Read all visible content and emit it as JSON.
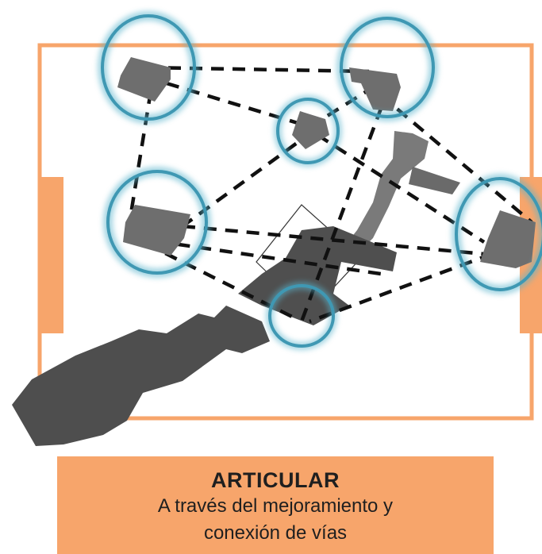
{
  "caption": {
    "title": "ARTICULAR",
    "line1": "A través del  mejoramiento y",
    "line2": "conexión de vías"
  },
  "colors": {
    "boundary": "#f7a56b",
    "building": "#6e6e6e",
    "building_dark": "#4d4d4d",
    "circle_glow": "#5ab4cc",
    "dash": "#111111",
    "caption_bg": "#f7a56b"
  },
  "nodes": [
    {
      "id": "node-top-left"
    },
    {
      "id": "node-top-right"
    },
    {
      "id": "node-center"
    },
    {
      "id": "node-mid-left"
    },
    {
      "id": "node-right"
    },
    {
      "id": "node-bottom-center"
    }
  ]
}
